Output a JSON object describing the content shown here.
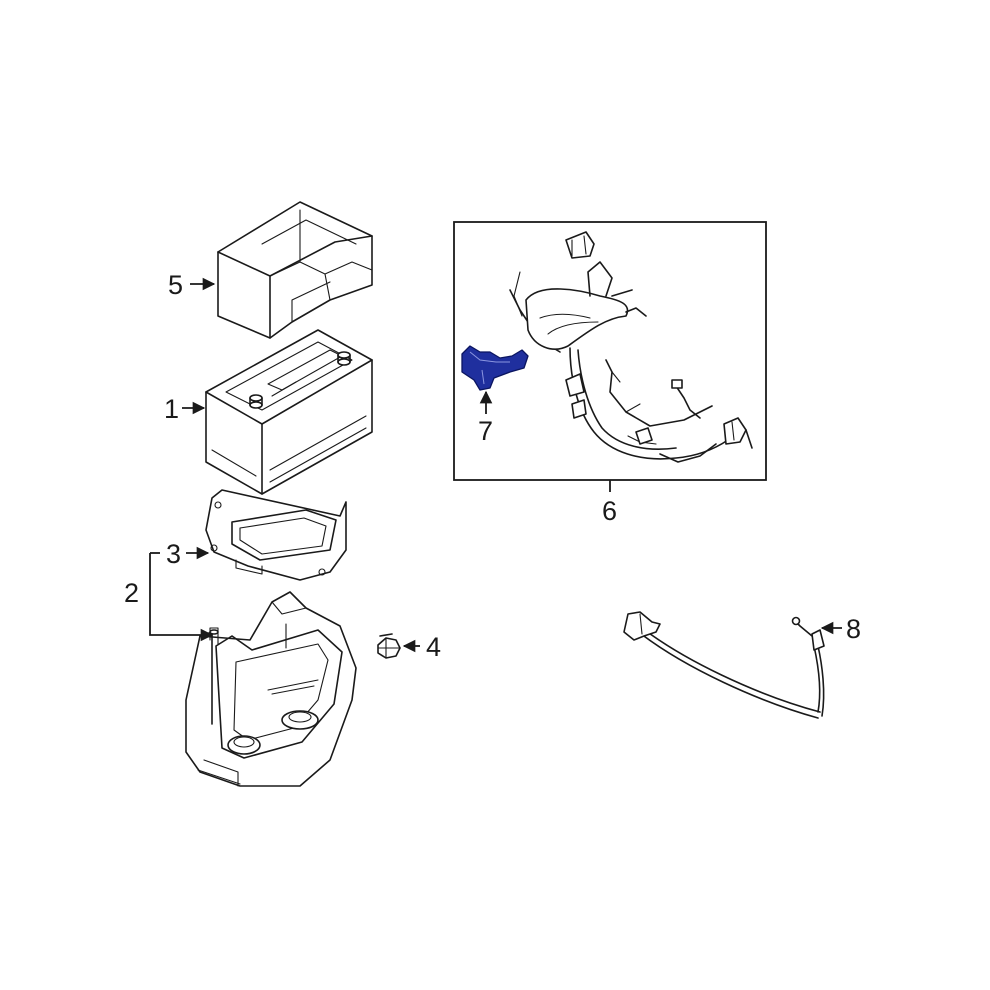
{
  "callouts": {
    "c1": "1",
    "c2": "2",
    "c3": "3",
    "c4": "4",
    "c5": "5",
    "c6": "6",
    "c7": "7",
    "c8": "8"
  },
  "colors": {
    "line": "#1a1a1a",
    "highlight": "#1f2f9e"
  }
}
